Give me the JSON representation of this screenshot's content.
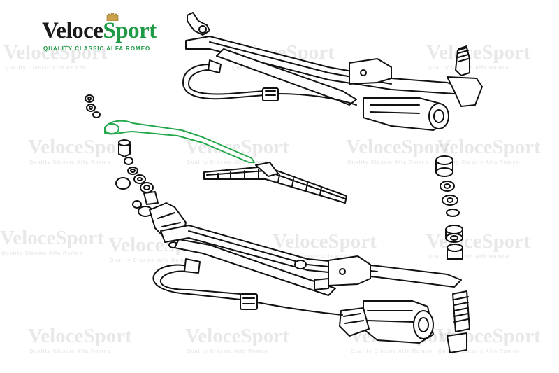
{
  "brand": {
    "name_prefix": "Veloce",
    "name_suffix": "Sport",
    "tagline": "Quality Classic Alfa Romeo",
    "accent_color": "#1f9a46",
    "crest_icon": "castle-crest-icon"
  },
  "highlight_color": "#22a84a",
  "line_color": "#111111"
}
